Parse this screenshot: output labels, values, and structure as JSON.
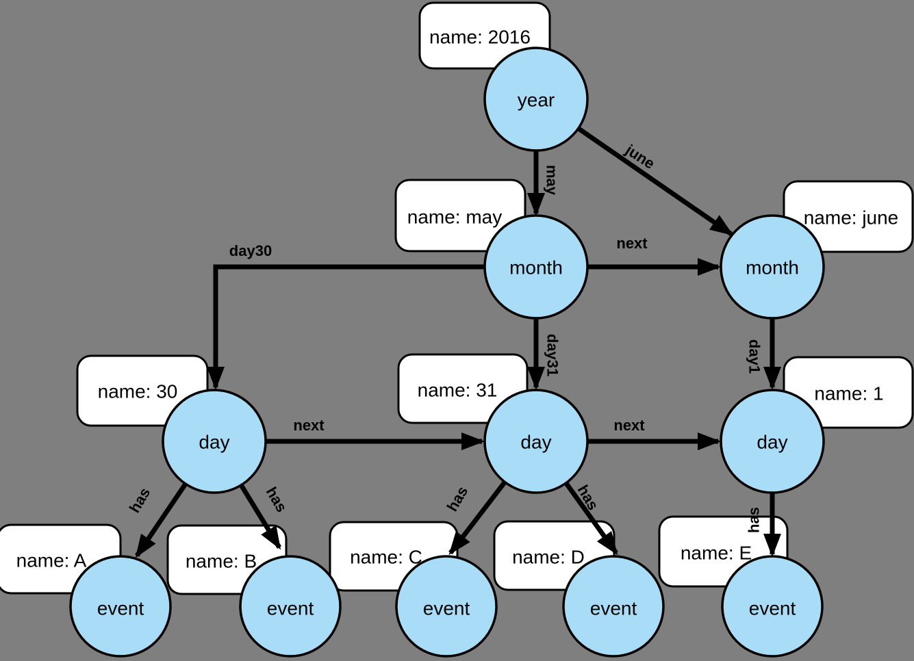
{
  "diagram": {
    "kind": "time-tree graph",
    "colors": {
      "background": "#7F7F7F",
      "node_fill": "#A9DCF6",
      "node_border": "#000000",
      "box_fill": "#FFFFFF",
      "box_border": "#000000",
      "edge": "#000000",
      "text": "#000000"
    }
  },
  "nodes": [
    {
      "id": "year",
      "label": "year"
    },
    {
      "id": "month-may",
      "label": "month"
    },
    {
      "id": "month-june",
      "label": "month"
    },
    {
      "id": "day-30",
      "label": "day"
    },
    {
      "id": "day-31",
      "label": "day"
    },
    {
      "id": "day-1",
      "label": "day"
    },
    {
      "id": "event-a",
      "label": "event"
    },
    {
      "id": "event-b",
      "label": "event"
    },
    {
      "id": "event-c",
      "label": "event"
    },
    {
      "id": "event-d",
      "label": "event"
    },
    {
      "id": "event-e",
      "label": "event"
    }
  ],
  "property_boxes": [
    {
      "for": "year",
      "label": "name: 2016"
    },
    {
      "for": "month-may",
      "label": "name: may"
    },
    {
      "for": "month-june",
      "label": "name: june"
    },
    {
      "for": "day-30",
      "label": "name: 30"
    },
    {
      "for": "day-31",
      "label": "name: 31"
    },
    {
      "for": "day-1",
      "label": "name: 1"
    },
    {
      "for": "event-a",
      "label": "name: A"
    },
    {
      "for": "event-b",
      "label": "name: B"
    },
    {
      "for": "event-c",
      "label": "name: C"
    },
    {
      "for": "event-d",
      "label": "name: D"
    },
    {
      "for": "event-e",
      "label": "name: E"
    }
  ],
  "edges": [
    {
      "from": "year",
      "to": "month-may",
      "label": "may"
    },
    {
      "from": "year",
      "to": "month-june",
      "label": "june"
    },
    {
      "from": "month-may",
      "to": "month-june",
      "label": "next"
    },
    {
      "from": "month-may",
      "to": "day-30",
      "label": "day30"
    },
    {
      "from": "month-may",
      "to": "day-31",
      "label": "day31"
    },
    {
      "from": "month-june",
      "to": "day-1",
      "label": "day1"
    },
    {
      "from": "day-30",
      "to": "day-31",
      "label": "next"
    },
    {
      "from": "day-31",
      "to": "day-1",
      "label": "next"
    },
    {
      "from": "day-30",
      "to": "event-a",
      "label": "has"
    },
    {
      "from": "day-30",
      "to": "event-b",
      "label": "has"
    },
    {
      "from": "day-31",
      "to": "event-c",
      "label": "has"
    },
    {
      "from": "day-31",
      "to": "event-d",
      "label": "has"
    },
    {
      "from": "day-1",
      "to": "event-e",
      "label": "has"
    }
  ]
}
